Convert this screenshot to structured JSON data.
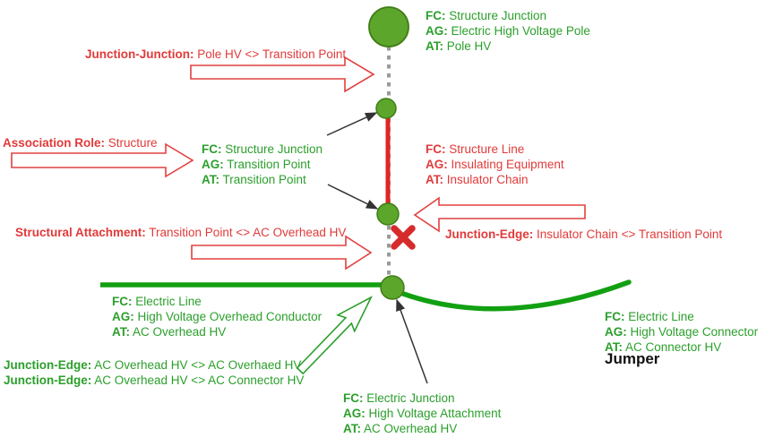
{
  "colors": {
    "green_text": "#2b9f2b",
    "red_text": "#e23a3a",
    "line_green": "#12a012",
    "line_red": "#e02525",
    "node_fill": "#5ca62c",
    "node_stroke": "#3f7d15",
    "dotted_gray": "#9a9a9a",
    "black_text": "#111111"
  },
  "blocks": {
    "pole": {
      "rows": [
        {
          "label": "FC:",
          "value": "Structure Junction"
        },
        {
          "label": "AG:",
          "value": "Electric High Voltage Pole"
        },
        {
          "label": "AT:",
          "value": "Pole HV"
        }
      ]
    },
    "transition": {
      "rows": [
        {
          "label": "FC:",
          "value": "Structure Junction"
        },
        {
          "label": "AG:",
          "value": "Transition Point"
        },
        {
          "label": "AT:",
          "value": "Transition Point"
        }
      ]
    },
    "structure_line": {
      "rows": [
        {
          "label": "FC:",
          "value": "Structure Line"
        },
        {
          "label": "AG:",
          "value": "Insulating Equipment"
        },
        {
          "label": "AT:",
          "value": "Insulator Chain"
        }
      ]
    },
    "electric_line": {
      "rows": [
        {
          "label": "FC:",
          "value": "Electric Line"
        },
        {
          "label": "AG:",
          "value": "High Voltage Overhead Conductor"
        },
        {
          "label": "AT:",
          "value": "AC Overhead HV"
        }
      ]
    },
    "connector": {
      "rows": [
        {
          "label": "FC:",
          "value": "Electric Line"
        },
        {
          "label": "AG:",
          "value": "High Voltage Connector"
        },
        {
          "label": "AT:",
          "value": "AC Connector HV"
        }
      ]
    },
    "electric_junction": {
      "rows": [
        {
          "label": "FC:",
          "value": "Electric Junction"
        },
        {
          "label": "AG:",
          "value": "High Voltage Attachment"
        },
        {
          "label": "AT:",
          "value": "AC Overhead HV"
        }
      ]
    }
  },
  "captions": {
    "junction_junction": {
      "label": "Junction-Junction:",
      "value": "Pole HV <> Transition Point"
    },
    "association_role": {
      "label": "Association Role:",
      "value": "Structure"
    },
    "structural_attachment": {
      "label": "Structural Attachment:",
      "value": "Transition Point <> AC Overhead HV"
    },
    "junction_edge_insulator": {
      "label": "Junction-Edge:",
      "value": "Insulator Chain <> Transition Point"
    },
    "junction_edge_overhead_1": {
      "label": "Junction-Edge:",
      "value": "AC Overhead HV <> AC Overhaed HV"
    },
    "junction_edge_overhead_2": {
      "label": "Junction-Edge:",
      "value": "AC Overhead HV <> AC Connector HV"
    }
  },
  "labels": {
    "jumper": "Jumper"
  }
}
